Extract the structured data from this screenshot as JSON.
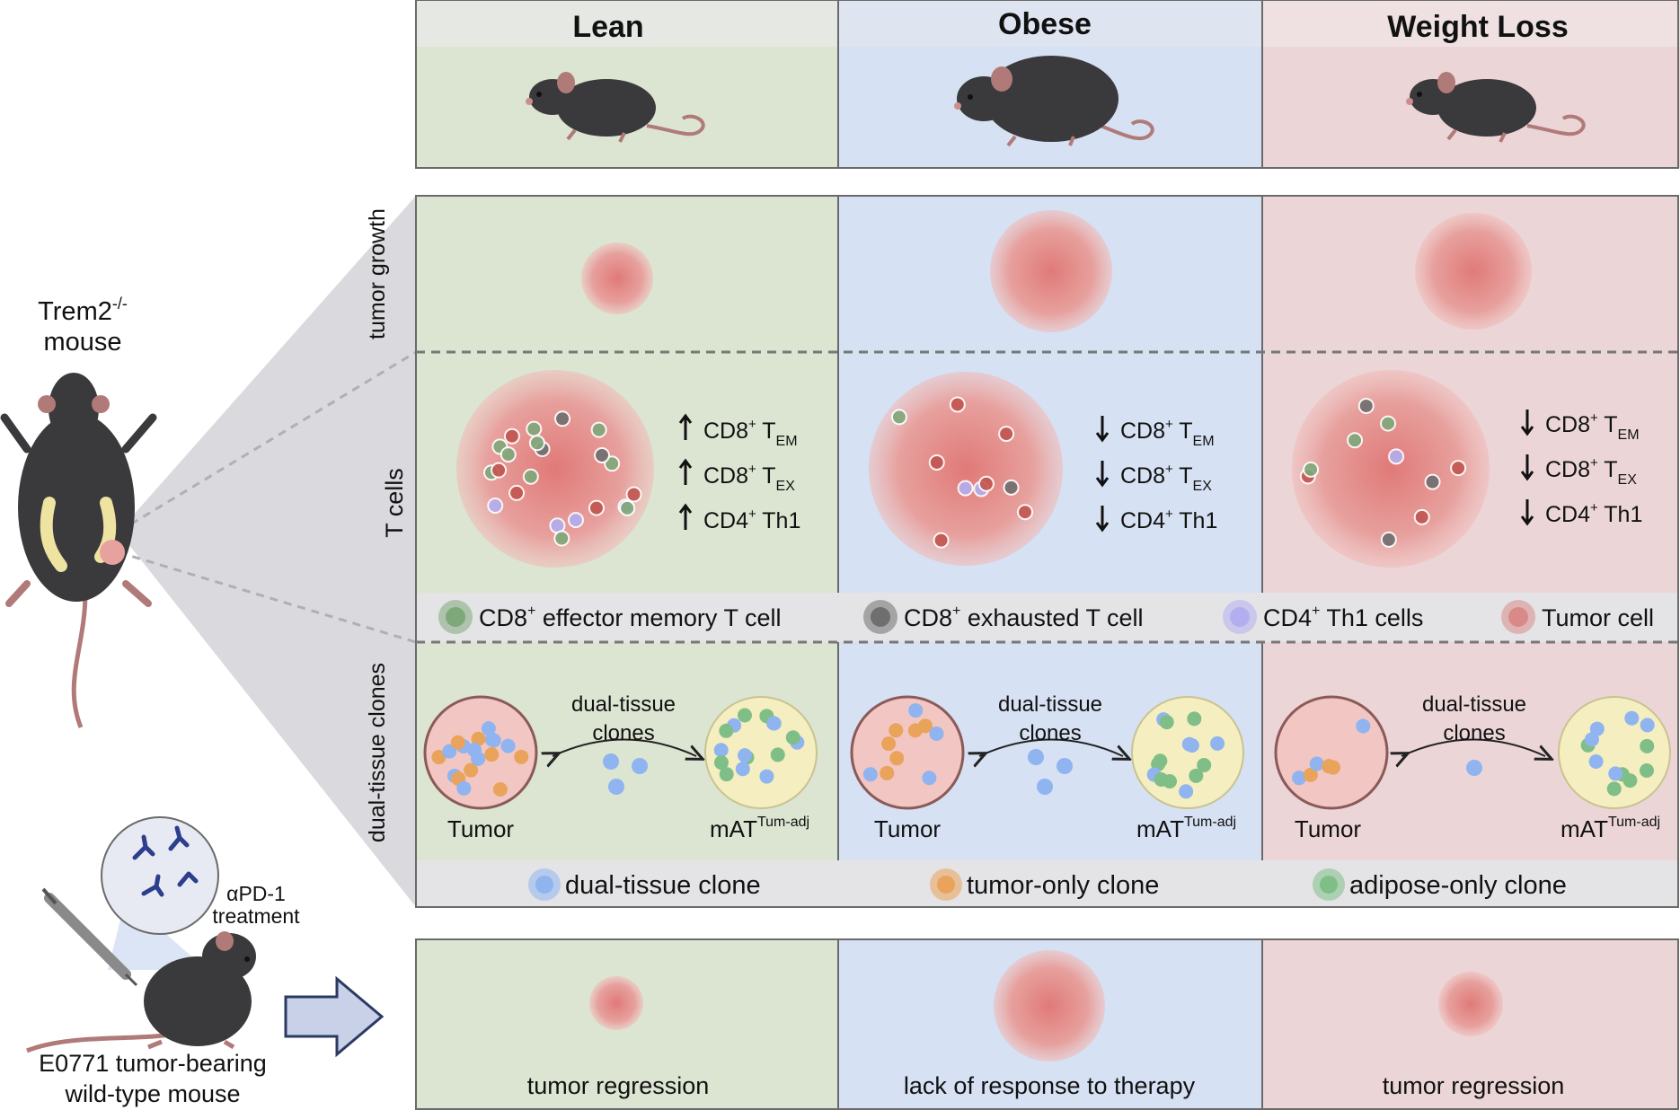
{
  "groups": {
    "lean": "Lean",
    "obese": "Obese",
    "weight_loss": "Weight Loss"
  },
  "row_labels": {
    "tumor_growth": "tumor growth",
    "t_cells": "T cells",
    "dual_tissue_clones": "dual-tissue clones"
  },
  "trem2_mouse": {
    "line1_base": "Trem2",
    "line1_sup": "-/-",
    "line2": "mouse"
  },
  "tcell_changes": {
    "lean": {
      "direction": "up",
      "items": [
        {
          "base": "CD8",
          "sup": "+",
          "mid": " T",
          "sub": "EM"
        },
        {
          "base": "CD8",
          "sup": "+",
          "mid": " T",
          "sub": "EX"
        },
        {
          "base": "CD4",
          "sup": "+",
          "mid": " Th1",
          "sub": ""
        }
      ]
    },
    "obese": {
      "direction": "down",
      "items": [
        {
          "base": "CD8",
          "sup": "+",
          "mid": " T",
          "sub": "EM"
        },
        {
          "base": "CD8",
          "sup": "+",
          "mid": " T",
          "sub": "EX"
        },
        {
          "base": "CD4",
          "sup": "+",
          "mid": " Th1",
          "sub": ""
        }
      ]
    },
    "weight_loss": {
      "direction": "down",
      "items": [
        {
          "base": "CD8",
          "sup": "+",
          "mid": " T",
          "sub": "EM"
        },
        {
          "base": "CD8",
          "sup": "+",
          "mid": " T",
          "sub": "EX"
        },
        {
          "base": "CD4",
          "sup": "+",
          "mid": " Th1",
          "sub": ""
        }
      ]
    }
  },
  "cell_legend": [
    {
      "base": "CD8",
      "sup": "+",
      "rest": " effector memory T cell",
      "color": "#7fa87a"
    },
    {
      "base": "CD8",
      "sup": "+",
      "rest": " exhausted T cell",
      "color": "#6f6f6f"
    },
    {
      "base": "CD4",
      "sup": "+",
      "rest": " Th1 cells",
      "color": "#b3aef0"
    },
    {
      "base": "",
      "sup": "",
      "rest": "Tumor cell",
      "color": "#d98a88"
    }
  ],
  "clones": {
    "arrow_label_line1": "dual-tissue",
    "arrow_label_line2": "clones",
    "tumor_label": "Tumor",
    "adipose_base": "mAT",
    "adipose_sup": "Tum-adj"
  },
  "clone_legend": [
    {
      "label": "dual-tissue clone",
      "color": "#8fb4ef"
    },
    {
      "label": "tumor-only clone",
      "color": "#e9a35a"
    },
    {
      "label": "adipose-only clone",
      "color": "#7fbf87"
    }
  ],
  "treatment": {
    "drug": "αPD-1",
    "word": "treatment",
    "mouse_line1": "E0771 tumor-bearing",
    "mouse_line2": "wild-type mouse"
  },
  "outcomes": {
    "lean": "tumor regression",
    "obese": "lack of response to therapy",
    "weight_loss": "tumor regression"
  },
  "colors": {
    "lean_bg": "#dce5d2",
    "obese_bg": "#d6e1f3",
    "weight_loss_bg": "#ecd5d7",
    "tumor_pink": "#e59794",
    "mouse_dark": "#3a3a3c",
    "legend_bar": "#e4e4e6"
  }
}
